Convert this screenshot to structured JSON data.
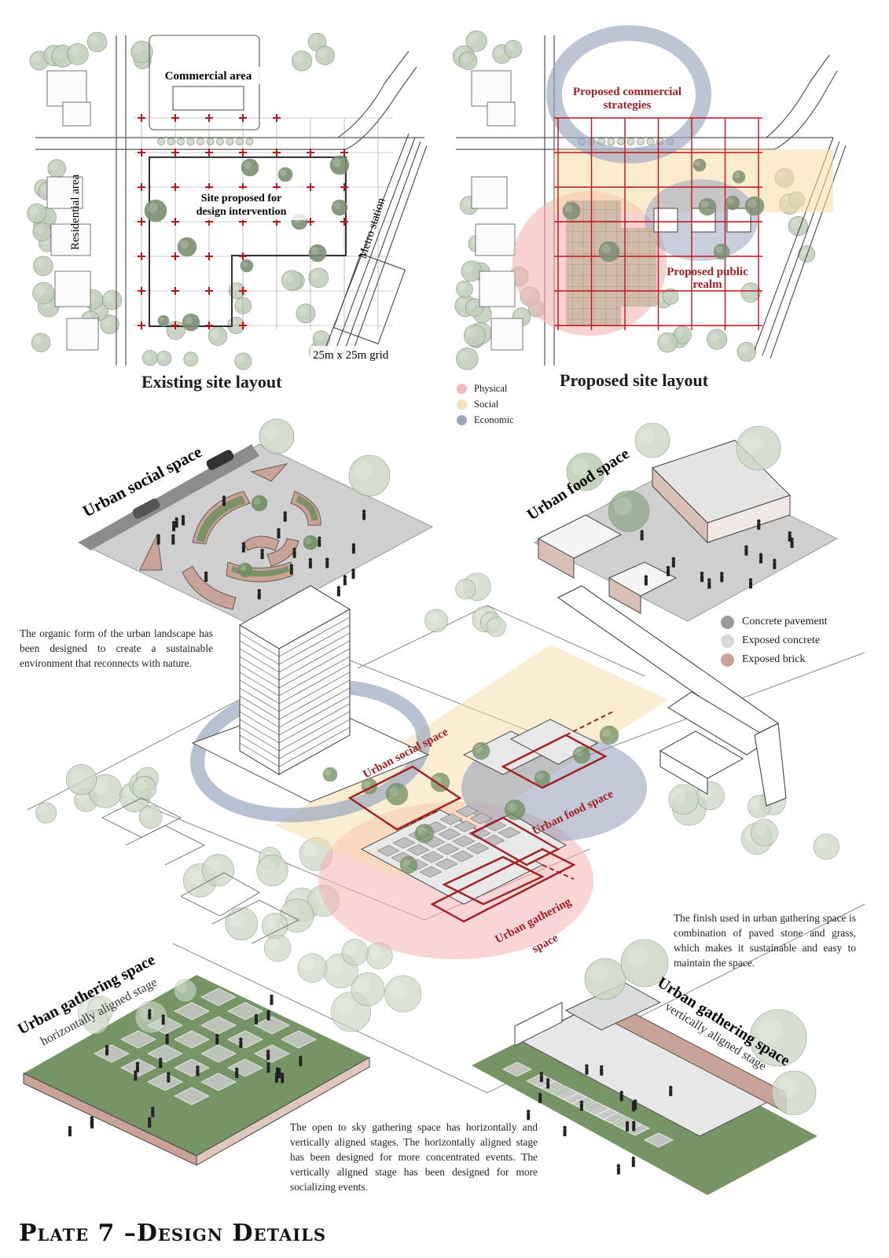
{
  "plate_title": "Plate 7 –Design Details",
  "existing": {
    "title": "Existing site layout",
    "commercial": "Commercial area",
    "site_line1": "Site proposed for",
    "site_line2": "design intervention",
    "residential": "Residential area",
    "metro": "Metro station",
    "grid": "25m x 25m grid"
  },
  "proposed": {
    "title": "Proposed site layout",
    "commercial_line1": "Proposed commercial",
    "commercial_line2": "strategies",
    "public_line1": "Proposed public",
    "public_line2": "realm"
  },
  "legend_zones": [
    {
      "label": "Physical",
      "color": "#f2b8b8"
    },
    {
      "label": "Social",
      "color": "#f7dfb2"
    },
    {
      "label": "Economic",
      "color": "#9aa6bf"
    }
  ],
  "legend_materials": [
    {
      "label": "Concrete pavement",
      "color": "#9b9b9b"
    },
    {
      "label": "Exposed concrete",
      "color": "#d9d9d9"
    },
    {
      "label": "Exposed brick",
      "color": "#c9a397"
    }
  ],
  "labels": {
    "urban_social_space": "Urban social space",
    "urban_food_space": "Urban food space",
    "urban_gathering_line1": "Urban gathering",
    "urban_gathering_line2": "space",
    "gathering_space": "Urban gathering space",
    "horizontally": "horizontally aligned stage",
    "vertically": "vertically aligned stage"
  },
  "text": {
    "organic": "The organic form of the urban landscape has been designed to create a sustainable environment that reconnects with nature.",
    "finish": "The finish used in urban gathering space is combination of paved stone and grass, which makes it sustainable and easy to maintain the space.",
    "open_sky": "The open to sky gathering space has horizontally and vertically aligned stages. The horizontally aligned stage has been designed for more concentrated events. The vertically aligned stage has been designed for more socializing events."
  }
}
